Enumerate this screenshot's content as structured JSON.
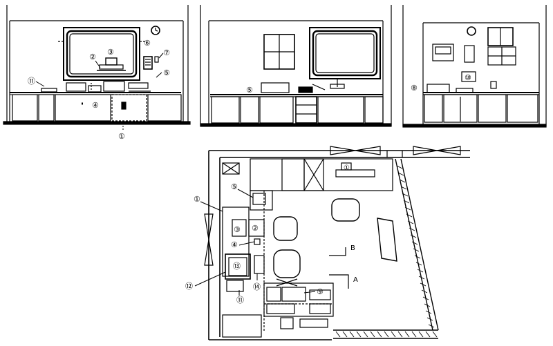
{
  "markers": {
    "m1": "①",
    "m2": "②",
    "m3": "③",
    "m4": "④",
    "m5": "⑤",
    "m6": "⑥",
    "m7": "⑦",
    "m8": "⑧",
    "m9": "⑨",
    "m10": "⑩",
    "m11": "⑪",
    "m12": "⑫",
    "m13": "⑬",
    "m14": "⑭"
  },
  "section_letters": {
    "a": "A",
    "b": "B"
  },
  "colors": {
    "ink": "#000000",
    "paper": "#ffffff"
  }
}
